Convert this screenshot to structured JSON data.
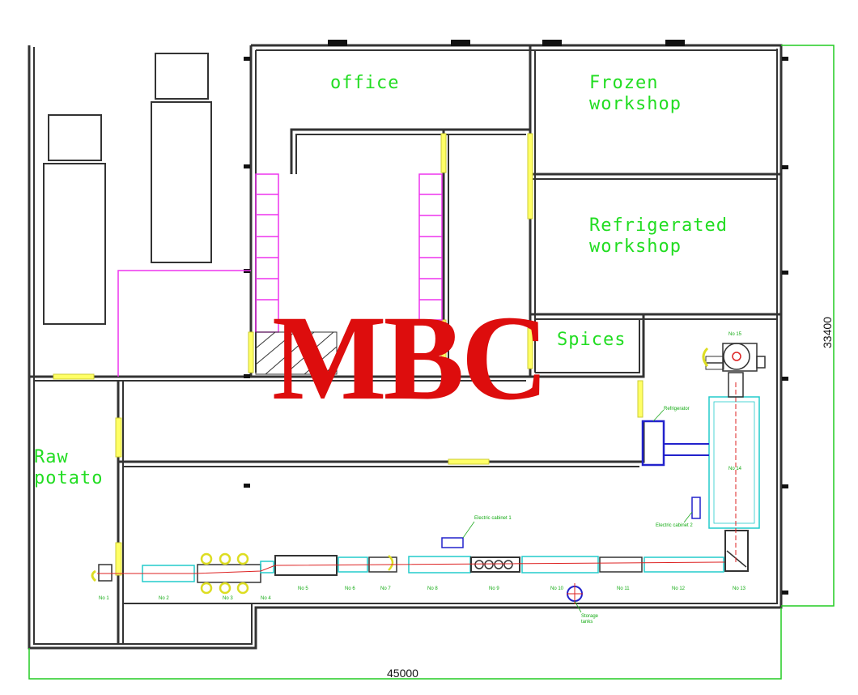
{
  "colors": {
    "wall": "#333333",
    "label": "#22dd22",
    "door": "#ffff66",
    "stair": "#ee33ee",
    "line_cyan": "#22cccc",
    "line_red": "#dd2222",
    "equip_blue": "#2222cc",
    "dimension": "#22cc22",
    "watermark": "#dd0d0d"
  },
  "rooms": {
    "office": "office",
    "frozen_1": "Frozen",
    "frozen_2": "workshop",
    "refrigerated_1": "Refrigerated",
    "refrigerated_2": "workshop",
    "spices": "Spices",
    "raw_1": "Raw",
    "raw_2": "potato"
  },
  "watermark": "MBC",
  "dimensions": {
    "width": "45000",
    "height": "33400"
  },
  "equipment": {
    "refrigerator": "Refrigerator",
    "cabinet_1": "Electric cabinet 1",
    "cabinet_2": "Electric cabinet 2",
    "storage_1": "Storage",
    "storage_2": "tanks",
    "machines": [
      "No 1",
      "No 2",
      "No 3",
      "No 4",
      "No 5",
      "No 6",
      "No 7",
      "No 8",
      "No 9",
      "No 10",
      "No 11",
      "No 12",
      "No 13",
      "No 14",
      "No 15"
    ]
  }
}
